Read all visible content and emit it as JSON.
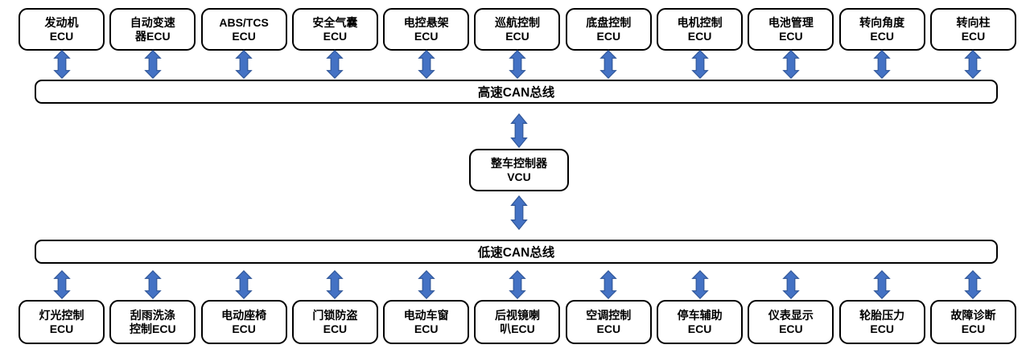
{
  "diagram": {
    "high_speed_bus_label": "高速CAN总线",
    "low_speed_bus_label": "低速CAN总线",
    "vcu": {
      "line1": "整车控制器",
      "line2": "VCU"
    },
    "high_speed_ecus": [
      {
        "line1": "发动机",
        "line2": "ECU"
      },
      {
        "line1": "自动变速",
        "line2": "器ECU"
      },
      {
        "line1": "ABS/TCS",
        "line2": "ECU"
      },
      {
        "line1": "安全气囊",
        "line2": "ECU"
      },
      {
        "line1": "电控悬架",
        "line2": "ECU"
      },
      {
        "line1": "巡航控制",
        "line2": "ECU"
      },
      {
        "line1": "底盘控制",
        "line2": "ECU"
      },
      {
        "line1": "电机控制",
        "line2": "ECU"
      },
      {
        "line1": "电池管理",
        "line2": "ECU"
      },
      {
        "line1": "转向角度",
        "line2": "ECU"
      },
      {
        "line1": "转向柱",
        "line2": "ECU"
      }
    ],
    "low_speed_ecus": [
      {
        "line1": "灯光控制",
        "line2": "ECU"
      },
      {
        "line1": "刮雨洗涤",
        "line2": "控制ECU"
      },
      {
        "line1": "电动座椅",
        "line2": "ECU"
      },
      {
        "line1": "门锁防盗",
        "line2": "ECU"
      },
      {
        "line1": "电动车窗",
        "line2": "ECU"
      },
      {
        "line1": "后视镜喇",
        "line2": "叭ECU"
      },
      {
        "line1": "空调控制",
        "line2": "ECU"
      },
      {
        "line1": "停车辅助",
        "line2": "ECU"
      },
      {
        "line1": "仪表显示",
        "line2": "ECU"
      },
      {
        "line1": "轮胎压力",
        "line2": "ECU"
      },
      {
        "line1": "故障诊断",
        "line2": "ECU"
      }
    ],
    "colors": {
      "arrow_fill": "#4472C4",
      "arrow_stroke": "#2F5597",
      "box_border": "#000000",
      "background": "#FFFFFF"
    }
  }
}
